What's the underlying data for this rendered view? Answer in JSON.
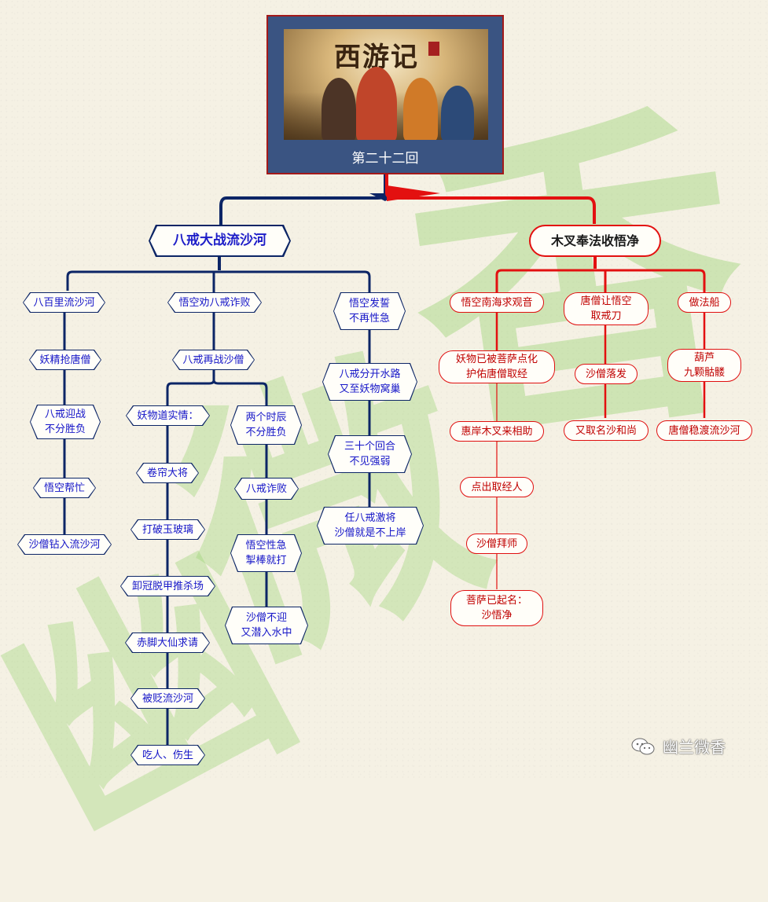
{
  "root": {
    "label": "第二十二回",
    "poster_title": "西游记"
  },
  "left_branch": {
    "title": "八戒大战流沙河",
    "col1": [
      "八百里流沙河",
      "妖精抢唐僧",
      "八戒迎战\n不分胜负",
      "悟空帮忙",
      "沙僧钻入流沙河"
    ],
    "col2_head": [
      "悟空劝八戒诈败",
      "八戒再战沙僧"
    ],
    "col2a": [
      "妖物道实情：",
      "卷帘大将",
      "打破玉玻璃",
      "卸冠脱甲推杀场",
      "赤脚大仙求请",
      "被贬流沙河",
      "吃人、伤生"
    ],
    "col2b": [
      "两个时辰\n不分胜负",
      "八戒诈败",
      "悟空性急\n掣棒就打",
      "沙僧不迎\n又潜入水中"
    ],
    "col3": [
      "悟空发誓\n不再性急",
      "八戒分开水路\n又至妖物窝巢",
      "三十个回合\n不见强弱",
      "任八戒激将\n沙僧就是不上岸"
    ]
  },
  "right_branch": {
    "title": "木叉奉法收悟净",
    "col1": [
      "悟空南海求观音",
      "妖物已被菩萨点化\n护佑唐僧取经",
      "惠岸木叉来相助",
      "点出取经人",
      "沙僧拜师",
      "菩萨已起名：\n沙悟净"
    ],
    "col2": [
      "唐僧让悟空\n取戒刀",
      "沙僧落发",
      "又取名沙和尚"
    ],
    "col3": [
      "做法船",
      "葫芦\n九颗骷髅",
      "唐僧稳渡流沙河"
    ]
  },
  "brand": {
    "name": "幽兰微香"
  },
  "colors": {
    "navy": "#0c2566",
    "red": "#e31010",
    "node_blue_text": "#1515c8",
    "node_red_text": "#c00000"
  }
}
